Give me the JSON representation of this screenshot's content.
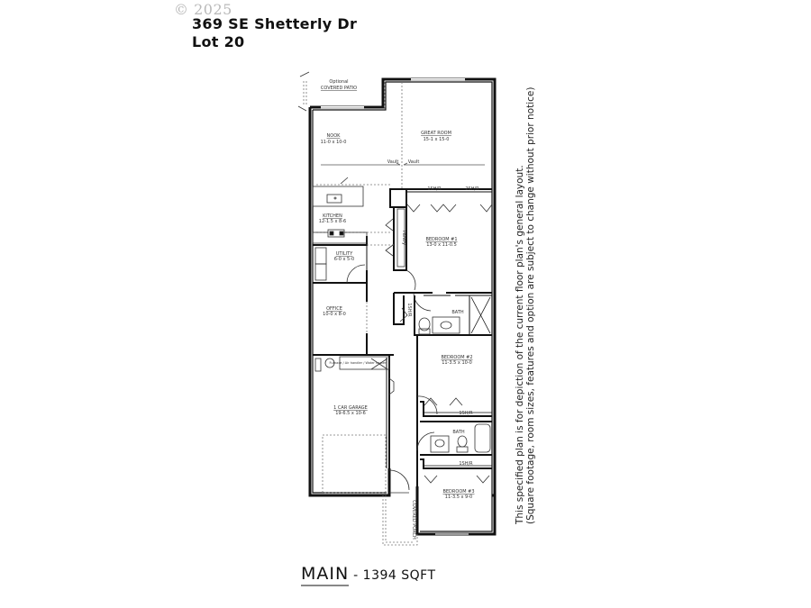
{
  "header": {
    "copyright": "© 2025",
    "address_line1": "369 SE Shetterly Dr",
    "address_line2": "Lot 20"
  },
  "plan": {
    "level": "MAIN",
    "separator": " - ",
    "square_footage": "1394 SQFT",
    "disclaimer_line1": "This specified plan is for depiction of the current floor plan's general layout.",
    "disclaimer_line2": "(Square footage, room sizes, features and option are subject to change without prior notice)"
  },
  "rooms": {
    "patio": {
      "line1": "Optional",
      "line2": "COVERED PATIO"
    },
    "nook": {
      "name": "NOOK",
      "size": "11-0 x 10-0"
    },
    "great_room": {
      "name": "GREAT ROOM",
      "size": "15-1 x 15-0"
    },
    "vault_left": "Vault",
    "vault_right": "Vault",
    "kitchen": {
      "name": "KITCHEN",
      "size": "12-1.5 x 8-6"
    },
    "utility": {
      "name": "UTILITY",
      "size": "6-0 x 5-0"
    },
    "bedroom1": {
      "name": "BEDROOM #1",
      "size": "13-0 x 11-0.5"
    },
    "bedroom1_shelf_left": "1SH/R",
    "bedroom1_shelf_right": "2SH/R",
    "pantry": "Pantry",
    "office": {
      "name": "OFFICE",
      "size": "10-0 x 8-0"
    },
    "linen": "1SH/R",
    "bath1": "BATH",
    "bedroom2": {
      "name": "BEDROOM #2",
      "size": "11-3.5 x 10-0"
    },
    "bedroom2_shelf": "1SH/R",
    "bath2": "BATH",
    "bedroom3_shelf": "1SH/R",
    "bedroom3": {
      "name": "BEDROOM #3",
      "size": "11-3.5 x 9-0"
    },
    "garage": {
      "name": "1 CAR GARAGE",
      "size": "19-6.5 x 10-6"
    },
    "garage_note": "Furnace / Air handler / Water heater",
    "porch": "COVERED PORCH"
  }
}
